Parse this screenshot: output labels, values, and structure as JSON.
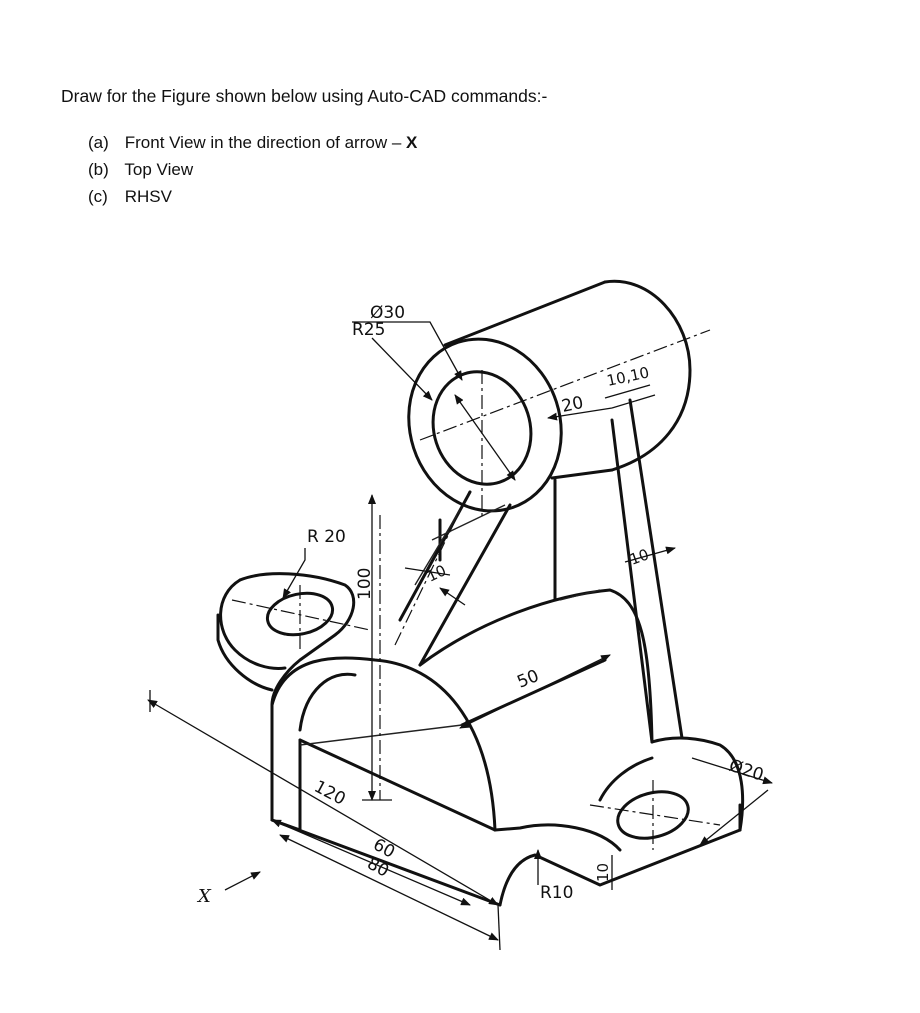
{
  "instructions": {
    "heading": "Draw for the Figure shown below using Auto-CAD commands:-",
    "tasks": [
      {
        "label": "(a)",
        "text": "Front View in the direction of arrow – ",
        "emphasis": "X"
      },
      {
        "label": "(b)",
        "text": "Top View",
        "emphasis": ""
      },
      {
        "label": "(c)",
        "text": "RHSV",
        "emphasis": ""
      }
    ]
  },
  "figure": {
    "dimensions": {
      "bore_dia": "Ø30",
      "boss_radius": "R25",
      "flange_radius": "R 20",
      "height": "100",
      "rib_thickness_left": "10",
      "rib_thickness_right": "10",
      "rib_offsets": "20",
      "rib_offsets_b": "10,10",
      "web_width": "50",
      "hole_dia": "Ø20",
      "base_length": "120",
      "arch_inner": "60",
      "arch_outer": "80",
      "fillet_radius": "R10",
      "base_thickness": "10"
    },
    "view_arrow_label": "X"
  }
}
